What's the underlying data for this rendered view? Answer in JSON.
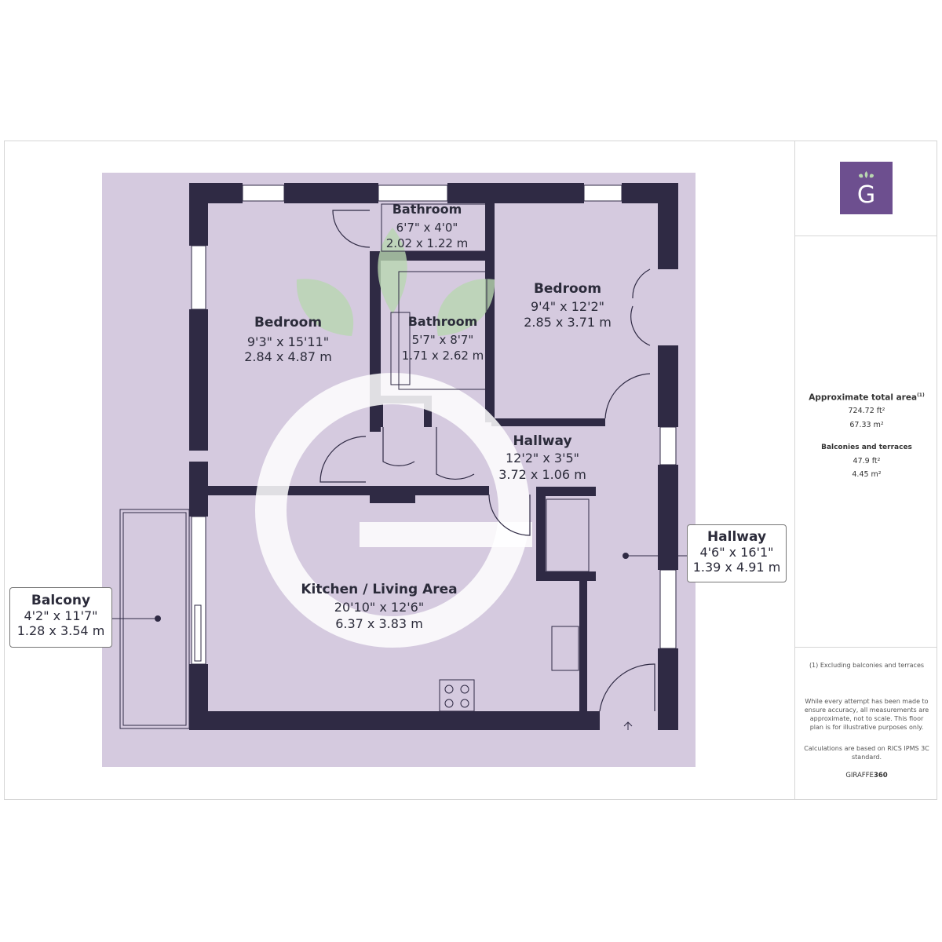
{
  "rooms": {
    "bedroom1": {
      "name": "Bedroom",
      "imperial": "9'3\" x 15'11\"",
      "metric": "2.84 x 4.87 m"
    },
    "bathroom1": {
      "name": "Bathroom",
      "imperial": "6'7\" x 4'0\"",
      "metric": "2.02 x 1.22 m"
    },
    "bathroom2": {
      "name": "Bathroom",
      "imperial": "5'7\" x 8'7\"",
      "metric": "1.71 x 2.62 m"
    },
    "bedroom2": {
      "name": "Bedroom",
      "imperial": "9'4\" x 12'2\"",
      "metric": "2.85 x 3.71 m"
    },
    "hallway1": {
      "name": "Hallway",
      "imperial": "12'2\" x 3'5\"",
      "metric": "3.72 x 1.06 m"
    },
    "kitchen": {
      "name": "Kitchen / Living Area",
      "imperial": "20'10\" x 12'6\"",
      "metric": "6.37 x 3.83 m"
    }
  },
  "callouts": {
    "balcony": {
      "name": "Balcony",
      "imperial": "4'2\" x 11'7\"",
      "metric": "1.28 x 3.54 m"
    },
    "hallway2": {
      "name": "Hallway",
      "imperial": "4'6\" x 16'1\"",
      "metric": "1.39 x 4.91 m"
    }
  },
  "sidebar": {
    "logo_letter": "G",
    "total_area_label": "Approximate total area",
    "total_area_footnote_mark": "(1)",
    "total_area_ft": "724.72 ft²",
    "total_area_m": "67.33 m²",
    "balconies_label": "Balconies and terraces",
    "balconies_ft": "47.9 ft²",
    "balconies_m": "4.45 m²",
    "footnote": "(1) Excluding balconies and terraces",
    "disclaimer": "While every attempt has been made to ensure accuracy, all measurements are approximate, not to scale. This floor plan is for illustrative purposes only.",
    "calculation_note": "Calculations are based on RICS IPMS 3C standard.",
    "brand_prefix": "GIRAFFE",
    "brand_suffix": "360"
  },
  "colors": {
    "background_lilac": "#d5cadf",
    "wall": "#2f2a44",
    "brand_purple": "#6d4f8f",
    "watermark_green": "#b8d6b0"
  }
}
